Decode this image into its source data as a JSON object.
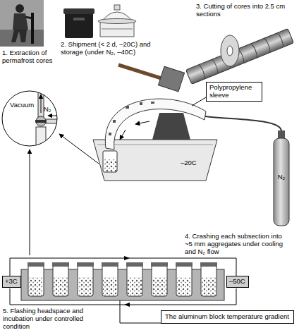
{
  "diagram": {
    "nodes": [
      {
        "text": [
          "Polypropylene sleeve"
        ]
      },
      {
        "text": [
          "Vacuum",
          "N₂"
        ]
      },
      {
        "text": [
          "+3C"
        ]
      },
      {
        "text": [
          "–50C"
        ]
      },
      {
        "text": [
          "The aluminum block temperature gradient"
        ]
      }
    ],
    "labels": [
      "1. Extraction of permafrost cores",
      "2. Shipment (< 2 d, –20C) and storage (under N₂, –40C)",
      "3. Cutting of cores into 2.5 cm sections",
      "–20C",
      "N₂",
      "4. Crashing each subsection into ~5 mm aggregates under cooling and N₂ flow",
      "5. Flashing headspace and incubation under controlled condition"
    ]
  }
}
